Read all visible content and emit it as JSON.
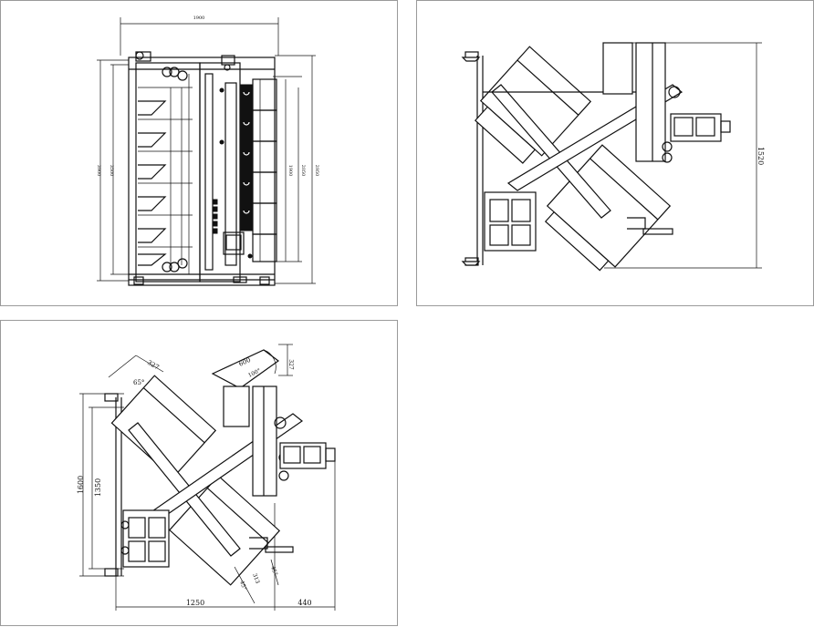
{
  "front_view": {
    "dims": {
      "top_width": "1900",
      "left_height_outer": "3900",
      "left_height_inner": "3500",
      "right_height_inner": "2050",
      "right_height_outer": "2950",
      "right_height_small": "1900"
    }
  },
  "side_view_a": {
    "dims": {
      "height": "1520"
    }
  },
  "side_view_b": {
    "dims": {
      "top_angle": "65°",
      "top_chute": "327",
      "hopper_width": "600",
      "hopper_angle": "100°",
      "hopper_side": "327",
      "overall_height": "1600",
      "inner_height": "1350",
      "base_width": "1250",
      "outlet_width": "440",
      "outlet_a": "313",
      "outlet_angle_a": "45°",
      "outlet_angle_b": "45°"
    }
  }
}
